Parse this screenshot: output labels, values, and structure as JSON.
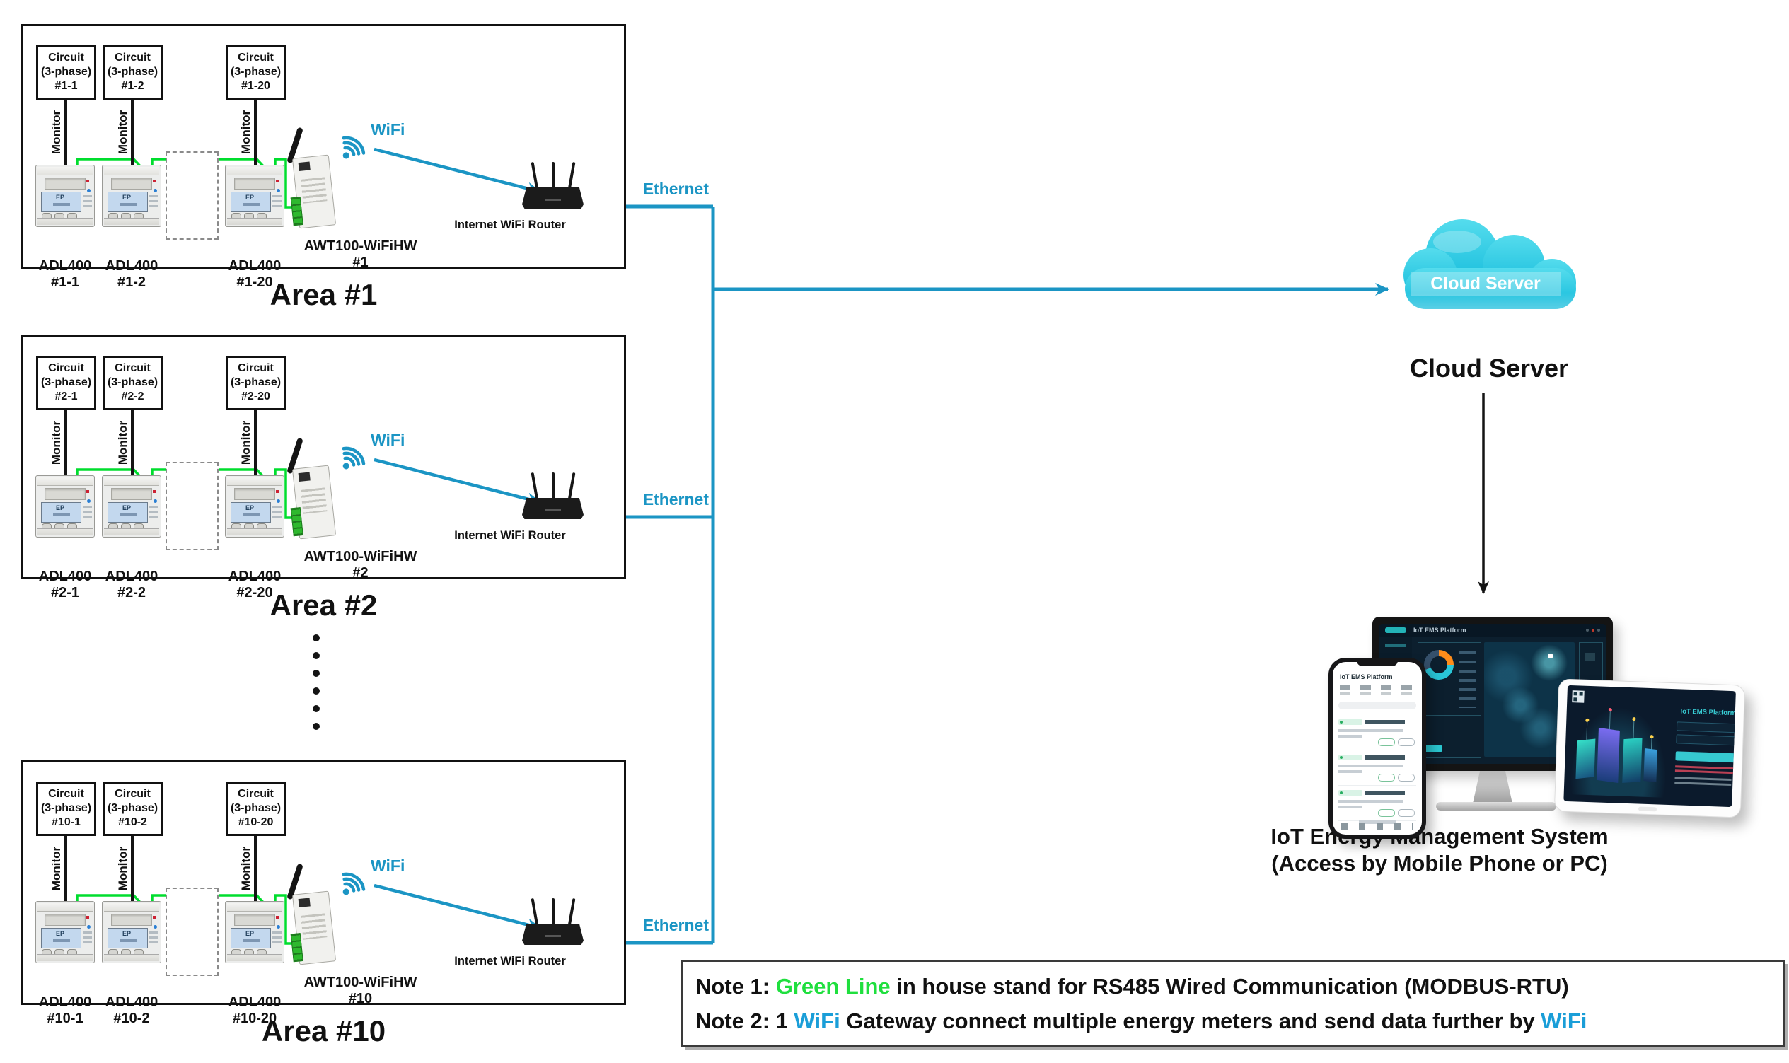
{
  "colors": {
    "line_teal": "#1b95c4",
    "wire_green": "#00dd2e",
    "note_green": "#1fdf3e",
    "note_wifi_blue": "#1a9ed8",
    "cloud_top": "#55dced",
    "cloud_bottom": "#0fb9da"
  },
  "labels": {
    "wifi": "WiFi",
    "ethernet": "Ethernet",
    "monitor": "Monitor",
    "router": "Internet WiFi Router",
    "lcd": "EP"
  },
  "areas": [
    {
      "name": "Area #1",
      "circuits": [
        {
          "l1": "Circuit",
          "l2": "(3-phase)",
          "l3": "#1-1"
        },
        {
          "l1": "Circuit",
          "l2": "(3-phase)",
          "l3": "#1-2"
        },
        {
          "l1": "Circuit",
          "l2": "(3-phase)",
          "l3": "#1-20"
        }
      ],
      "meters": [
        {
          "l1": "ADL400",
          "l2": "#1-1"
        },
        {
          "l1": "ADL400",
          "l2": "#1-2"
        },
        {
          "l1": "ADL400",
          "l2": "#1-20"
        }
      ],
      "gateway": {
        "l1": "AWT100-WiFiHW",
        "l2": "#1"
      }
    },
    {
      "name": "Area #2",
      "circuits": [
        {
          "l1": "Circuit",
          "l2": "(3-phase)",
          "l3": "#2-1"
        },
        {
          "l1": "Circuit",
          "l2": "(3-phase)",
          "l3": "#2-2"
        },
        {
          "l1": "Circuit",
          "l2": "(3-phase)",
          "l3": "#2-20"
        }
      ],
      "meters": [
        {
          "l1": "ADL400",
          "l2": "#2-1"
        },
        {
          "l1": "ADL400",
          "l2": "#2-2"
        },
        {
          "l1": "ADL400",
          "l2": "#2-20"
        }
      ],
      "gateway": {
        "l1": "AWT100-WiFiHW",
        "l2": "#2"
      }
    },
    {
      "name": "Area #10",
      "circuits": [
        {
          "l1": "Circuit",
          "l2": "(3-phase)",
          "l3": "#10-1"
        },
        {
          "l1": "Circuit",
          "l2": "(3-phase)",
          "l3": "#10-2"
        },
        {
          "l1": "Circuit",
          "l2": "(3-phase)",
          "l3": "#10-20"
        }
      ],
      "meters": [
        {
          "l1": "ADL400",
          "l2": "#10-1"
        },
        {
          "l1": "ADL400",
          "l2": "#10-2"
        },
        {
          "l1": "ADL400",
          "l2": "#10-20"
        }
      ],
      "gateway": {
        "l1": "AWT100-WiFiHW",
        "l2": "#10"
      }
    }
  ],
  "cloud": {
    "band": "Cloud Server",
    "caption": "Cloud Server"
  },
  "screens": {
    "monitor_title": "IoT EMS Platform",
    "phone_title": "IoT EMS Platform",
    "tablet_title": "IoT EMS Platform"
  },
  "devices_caption": {
    "line1": "IoT Energy Management System",
    "line2": "(Access by Mobile Phone or PC)"
  },
  "notes": {
    "note1": {
      "prefix": "Note 1: ",
      "highlight": "Green Line",
      "rest": " in house stand for RS485 Wired Communication (MODBUS-RTU)"
    },
    "note2": {
      "prefix": "Note 2: 1 ",
      "highlight": "WiFi",
      "mid": " Gateway connect multiple energy meters and send data further by ",
      "highlight2": "WiFi"
    }
  }
}
